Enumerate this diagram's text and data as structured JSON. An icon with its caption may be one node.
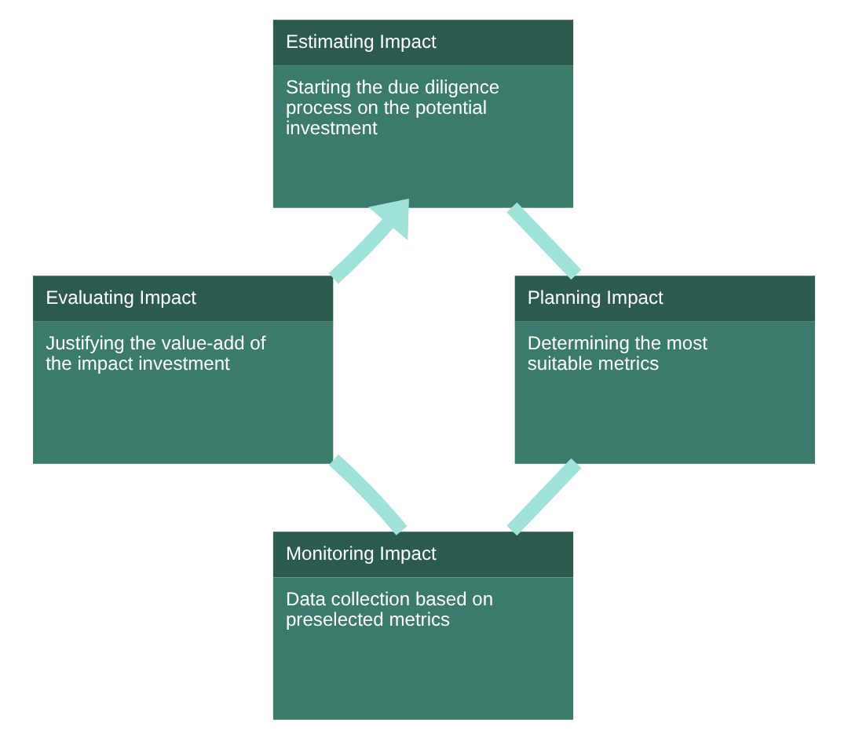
{
  "diagram": {
    "nodes": [
      {
        "text": [
          "Estimating Impact",
          "Starting the due diligence process on the potential investment"
        ]
      },
      {
        "text": [
          "Planning Impact",
          "Determining the most suitable metrics"
        ]
      },
      {
        "text": [
          "Monitoring Impact",
          "Data collection based on preselected metrics"
        ]
      },
      {
        "text": [
          "Evaluating Impact",
          "Justifying the value-add of the impact investment"
        ]
      }
    ],
    "edges": [
      {
        "from": 0,
        "to": 1,
        "arrow": "none"
      },
      {
        "from": 1,
        "to": 2,
        "arrow": "none"
      },
      {
        "from": 2,
        "to": 3,
        "arrow": "none"
      },
      {
        "from": 3,
        "to": 0,
        "arrow": "to"
      }
    ]
  }
}
